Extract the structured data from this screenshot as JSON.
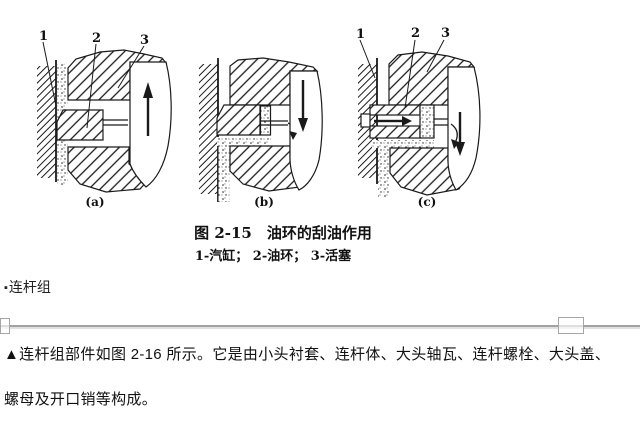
{
  "figure": {
    "caption_title": "图 2-15　油环的刮油作用",
    "caption_legend": "1-汽缸；  2-油环；  3-活塞",
    "diagrams": [
      {
        "label": "(a)",
        "callouts": [
          "1",
          "2",
          "3"
        ],
        "arrow": "up"
      },
      {
        "label": "(b)",
        "callouts": [],
        "arrow": "down"
      },
      {
        "label": "(c)",
        "callouts": [
          "1",
          "2",
          "3"
        ],
        "arrow": "down"
      }
    ]
  },
  "body": {
    "heading_bullet": "▪",
    "heading": "连杆组",
    "para1_marker": "▲",
    "para1": "连杆组部件如图 2-16 所示。它是由小头衬套、连杆体、大头轴瓦、连杆螺栓、大头盖、",
    "para2": "螺母及开口销等构成。"
  },
  "colors": {
    "ink": "#1a1a1a",
    "rule_gray": "#a2a2a2",
    "rule_highlight": "#e0e0e0",
    "handle_border": "#a6a6a6",
    "background": "#ffffff"
  }
}
